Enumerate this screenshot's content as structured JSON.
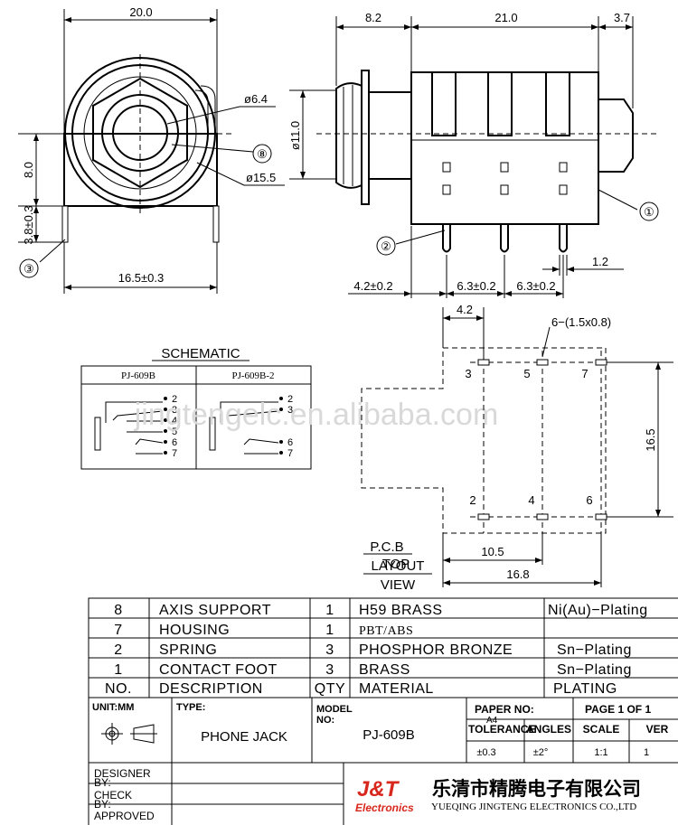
{
  "dimensions": {
    "front_width": "20.0",
    "front_height": "8.0",
    "front_pin_offset": "3.8±0.3",
    "front_pin_pitch": "16.5±0.3",
    "inner_dia": "ø6.4",
    "outer_dia": "ø15.5",
    "side_front": "8.2",
    "side_body": "21.0",
    "side_rear": "3.7",
    "side_dia": "ø11.0",
    "side_pin_width": "1.2",
    "side_pitch_first": "4.2±0.2",
    "side_pitch_a": "6.3±0.2",
    "side_pitch_b": "6.3±0.2",
    "pcb_offset": "4.2",
    "pcb_holes": "6−(1.5x0.8)",
    "pcb_height": "16.5",
    "pcb_width_a": "10.5",
    "pcb_width_b": "16.8"
  },
  "callouts": [
    "①",
    "②",
    "③",
    "⑧"
  ],
  "pcb_pins": {
    "top": [
      "3",
      "5",
      "7"
    ],
    "bottom": [
      "2",
      "4",
      "6"
    ]
  },
  "pcb_caption": [
    "P.C.B",
    "LAYOUT",
    "TOP",
    "VIEW"
  ],
  "schematic": {
    "title": "SCHEMATIC",
    "col1": "PJ-609B",
    "col2": "PJ-609B-2",
    "pins1": [
      "2",
      "3",
      "4",
      "5",
      "6",
      "7"
    ],
    "pins2": [
      "2",
      "3",
      "6",
      "7"
    ]
  },
  "watermark": "jingtengelc.en.alibaba.com",
  "bom": {
    "rows": [
      {
        "no": "8",
        "desc": "AXIS SUPPORT",
        "qty": "1",
        "material": "H59 BRASS",
        "plating": "Ni(Au)−Plating"
      },
      {
        "no": "7",
        "desc": "HOUSING",
        "qty": "1",
        "material": "PBT/ABS",
        "plating": ""
      },
      {
        "no": "2",
        "desc": "SPRING",
        "qty": "3",
        "material": "PHOSPHOR BRONZE",
        "plating": "Sn−Plating"
      },
      {
        "no": "1",
        "desc": "CONTACT FOOT",
        "qty": "3",
        "material": "BRASS",
        "plating": "Sn−Plating"
      }
    ],
    "header": {
      "no": "NO.",
      "desc": "DESCRIPTION",
      "qty": "QTY",
      "material": "MATERIAL",
      "plating": "PLATING"
    }
  },
  "title_block": {
    "unit": "UNIT:MM",
    "type_label": "TYPE:",
    "type_value": "PHONE JACK",
    "model_label": "MODEL",
    "model_label2": "NO:",
    "model_value": "PJ-609B",
    "paper_label": "PAPER NO:",
    "paper_size": "A4",
    "page": "PAGE 1 OF 1",
    "tolerance_label": "TOLERANCE",
    "angles_label": "ANGLES",
    "scale_label": "SCALE",
    "ver_label": "VER",
    "tolerance": "±0.3",
    "angles": "±2°",
    "scale": "1:1",
    "ver": "1",
    "designer": "DESIGNER",
    "check": "CHECK",
    "approved": "APPROVED",
    "by": "BY:",
    "logo": "J&T",
    "logo_sub": "Electronics",
    "company_cn": "乐清市精腾电子有限公司",
    "company_en": "YUEQING JINGTENG ELECTRONICS CO.,LTD"
  },
  "colors": {
    "logo_red": "#d8271c",
    "line": "#000000"
  }
}
